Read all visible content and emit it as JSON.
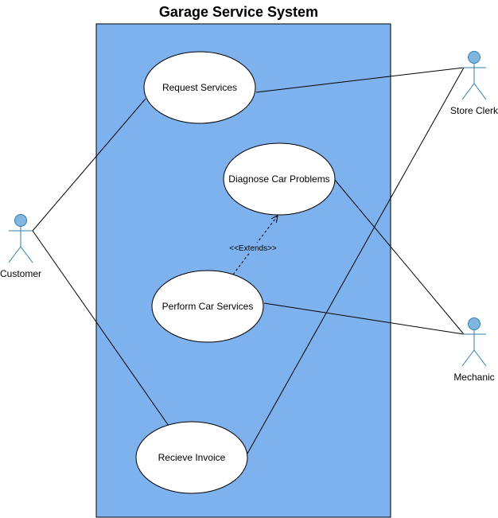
{
  "title": "Garage Service System",
  "colors": {
    "boundary_fill": "#7eb2ee",
    "actor_fill": "#80b6e0",
    "actor_stroke": "#2f7ea8",
    "usecase_fill": "#ffffff",
    "line": "#000000"
  },
  "actors": {
    "customer": "Customer",
    "store_clerk": "Store Clerk",
    "mechanic": "Mechanic"
  },
  "use_cases": {
    "request_services": "Request Services",
    "diagnose_car_problems": "Diagnose Car Problems",
    "perform_car_services": "Perform Car Services",
    "recieve_invoice": "Recieve Invoice"
  },
  "relations": {
    "extends_label": "<<Extends>>"
  }
}
